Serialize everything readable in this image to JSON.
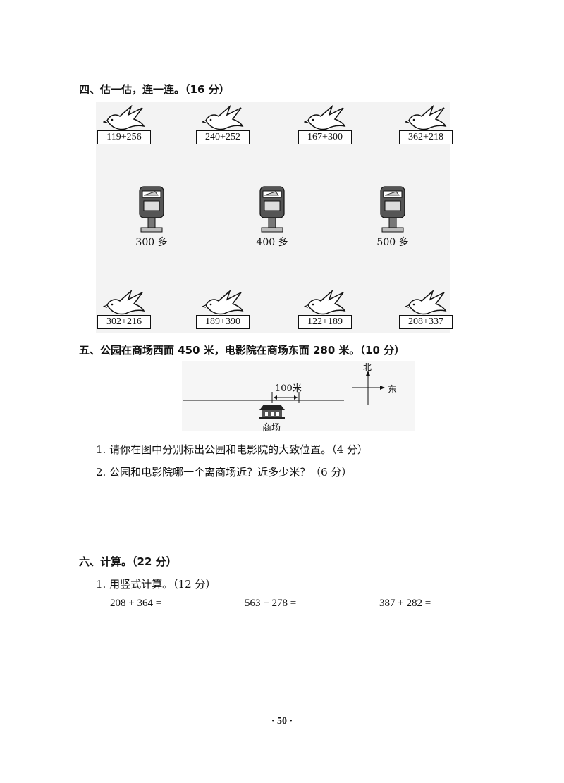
{
  "section4": {
    "title": "四、估一估，连一连。（16 分）",
    "top_exprs": [
      "119+256",
      "240+252",
      "167+300",
      "362+218"
    ],
    "mailboxes": [
      "300 多",
      "400 多",
      "500 多"
    ],
    "bottom_exprs": [
      "302+216",
      "189+390",
      "122+189",
      "208+337"
    ]
  },
  "section5": {
    "title": "五、公园在商场西面 450 米，电影院在商场东面 280 米。（10 分）",
    "scale_label": "100米",
    "compass_north": "北",
    "compass_east": "东",
    "mall_label": "商场",
    "q1": "1. 请你在图中分别标出公园和电影院的大致位置。（4 分）",
    "q2": "2. 公园和电影院哪一个离商场近？近多少米？（6 分）"
  },
  "section6": {
    "title": "六、计算。（22 分）",
    "q1": "1. 用竖式计算。（12 分）",
    "exprs": [
      "208 + 364 =",
      "563 + 278 =",
      "387 + 282 ="
    ]
  },
  "page_number": "· 50 ·"
}
